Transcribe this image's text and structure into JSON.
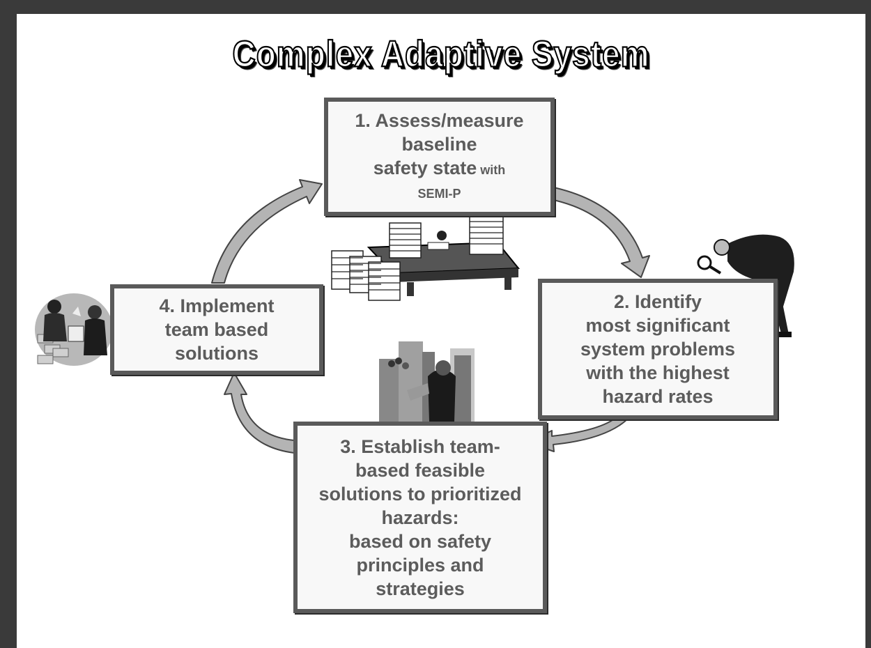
{
  "title": "Complex Adaptive System",
  "steps": [
    {
      "lines": [
        "1. Assess/measure",
        "baseline"
      ],
      "line3_main": "safety state",
      "line3_small": " with",
      "line4": "SEMI-P"
    },
    {
      "lines": [
        "2. Identify",
        "most significant",
        "system problems",
        "with the highest",
        "hazard rates"
      ]
    },
    {
      "lines": [
        "3. Establish team-",
        "based feasible",
        "solutions to prioritized",
        "hazards:",
        "based on safety",
        "principles and",
        "strategies"
      ]
    },
    {
      "lines": [
        "4. Implement",
        "team based",
        "solutions"
      ]
    }
  ],
  "colors": {
    "box_border": "#5a5a5a",
    "box_text": "#5c5c5c",
    "arrow_fill": "#b4b4b4",
    "frame": "#3a3a3a"
  },
  "icons": [
    "papers-desk-clipart",
    "magnifier-man-clipart",
    "team-handshake-clipart",
    "city-man-clipart"
  ]
}
